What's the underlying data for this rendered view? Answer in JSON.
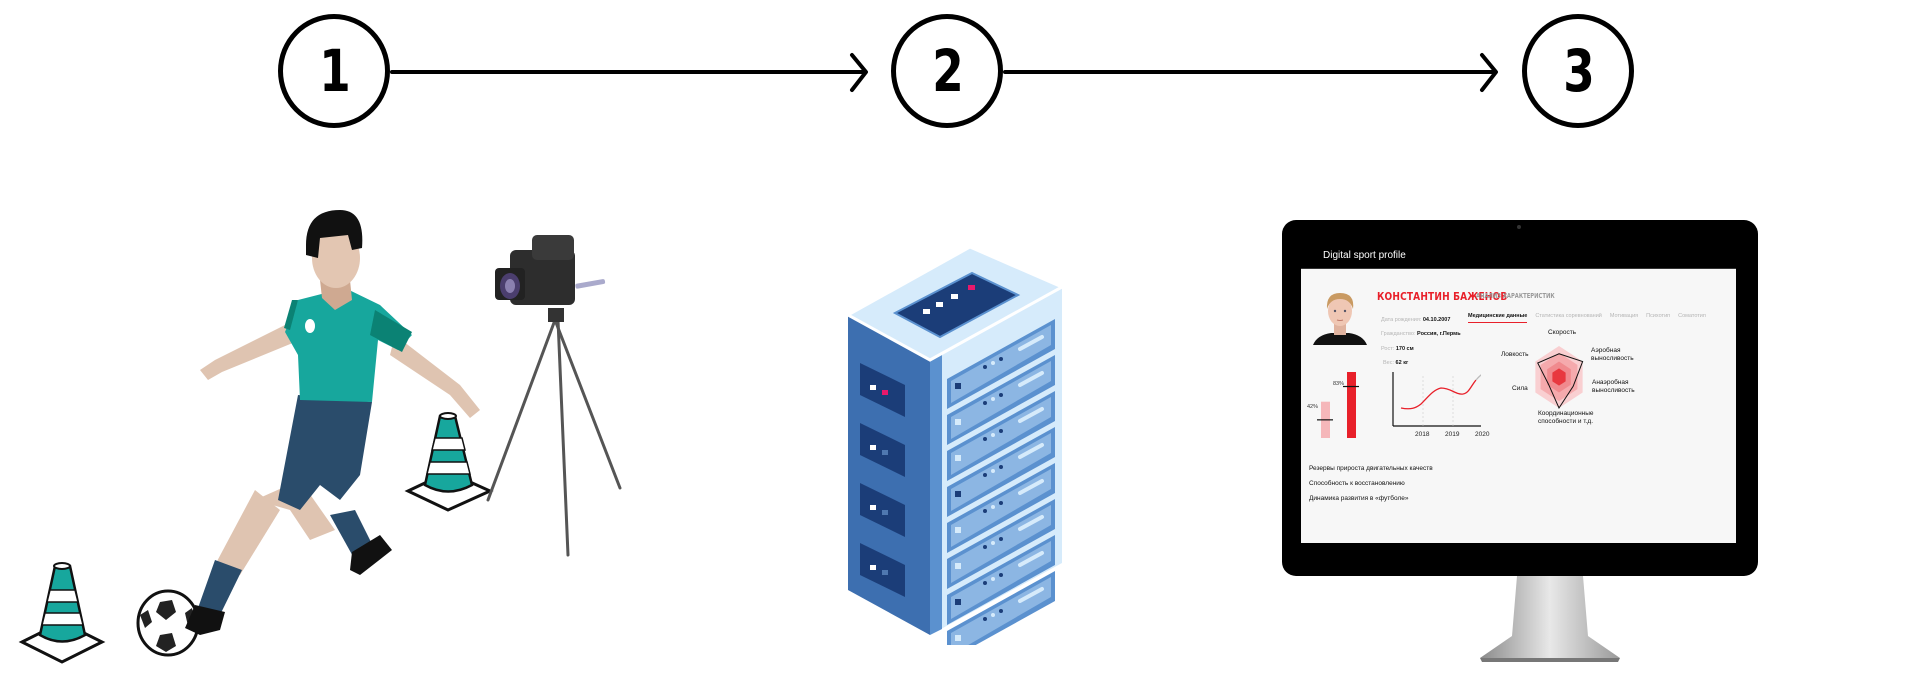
{
  "steps": [
    {
      "number": "1",
      "description": "Athlete training recorded on video"
    },
    {
      "number": "2",
      "description": "Server data processing"
    },
    {
      "number": "3",
      "description": "Digital sport profile on monitor"
    }
  ],
  "colors": {
    "accent_red": "#e8202a",
    "light_red": "#f5b7ba",
    "jersey_teal": "#17a79d",
    "shorts_navy": "#2a4c6b",
    "server_blue": "#3d6fb0",
    "server_light": "#d6ebfb"
  },
  "screen": {
    "app_title": "Digital sport profile",
    "athlete_name": "КОНСТАНТИН БАЖЕНОВ",
    "section_title": "АНАЛИЗ ХАРАКТЕРИСТИК",
    "info": [
      {
        "label": "Дата рождения:",
        "value": "04.10.2007"
      },
      {
        "label": "Гражданство:",
        "value": "Россия, г.Пермь"
      },
      {
        "label": "Рост:",
        "value": "170 см"
      },
      {
        "label": "Вес:",
        "value": "62 кг"
      }
    ],
    "tabs": [
      {
        "label": "Медицинские данные",
        "active": true
      },
      {
        "label": "Статистика соревнований",
        "active": false
      },
      {
        "label": "Мотивация",
        "active": false
      },
      {
        "label": "Психотип",
        "active": false
      },
      {
        "label": "Соматотип",
        "active": false
      }
    ],
    "radar": {
      "axes": [
        "Скорость",
        "Аэробная выносливость",
        "Анаэробная выносливость",
        "Координационные способности и т.д.",
        "Сила",
        "Ловкость"
      ],
      "axis_labels_display": {
        "speed": "Скорость",
        "aerobic_line1": "Аэробная",
        "aerobic_line2": "выносливость",
        "anaerobic_line1": "Анаэробная",
        "anaerobic_line2": "выносливость",
        "coord_line1": "Координационные",
        "coord_line2": "способности и т.д.",
        "strength": "Сила",
        "agility": "Ловкость"
      },
      "values": [
        0.75,
        1.0,
        0.6,
        1.0,
        0.45,
        0.9
      ]
    },
    "bars": [
      {
        "label": "42%",
        "value": 0.42,
        "fill": 0.55,
        "color": "#f5b7ba"
      },
      {
        "label": "83%",
        "value": 0.83,
        "fill": 1.0,
        "color": "#e8202a"
      }
    ],
    "trend": {
      "x_labels": [
        "2018",
        "2019",
        "2020"
      ]
    },
    "links": [
      "Резервы прироста двигательных качеств",
      "Способность к восстановлению",
      "Динамика развития в «футболе»"
    ]
  }
}
